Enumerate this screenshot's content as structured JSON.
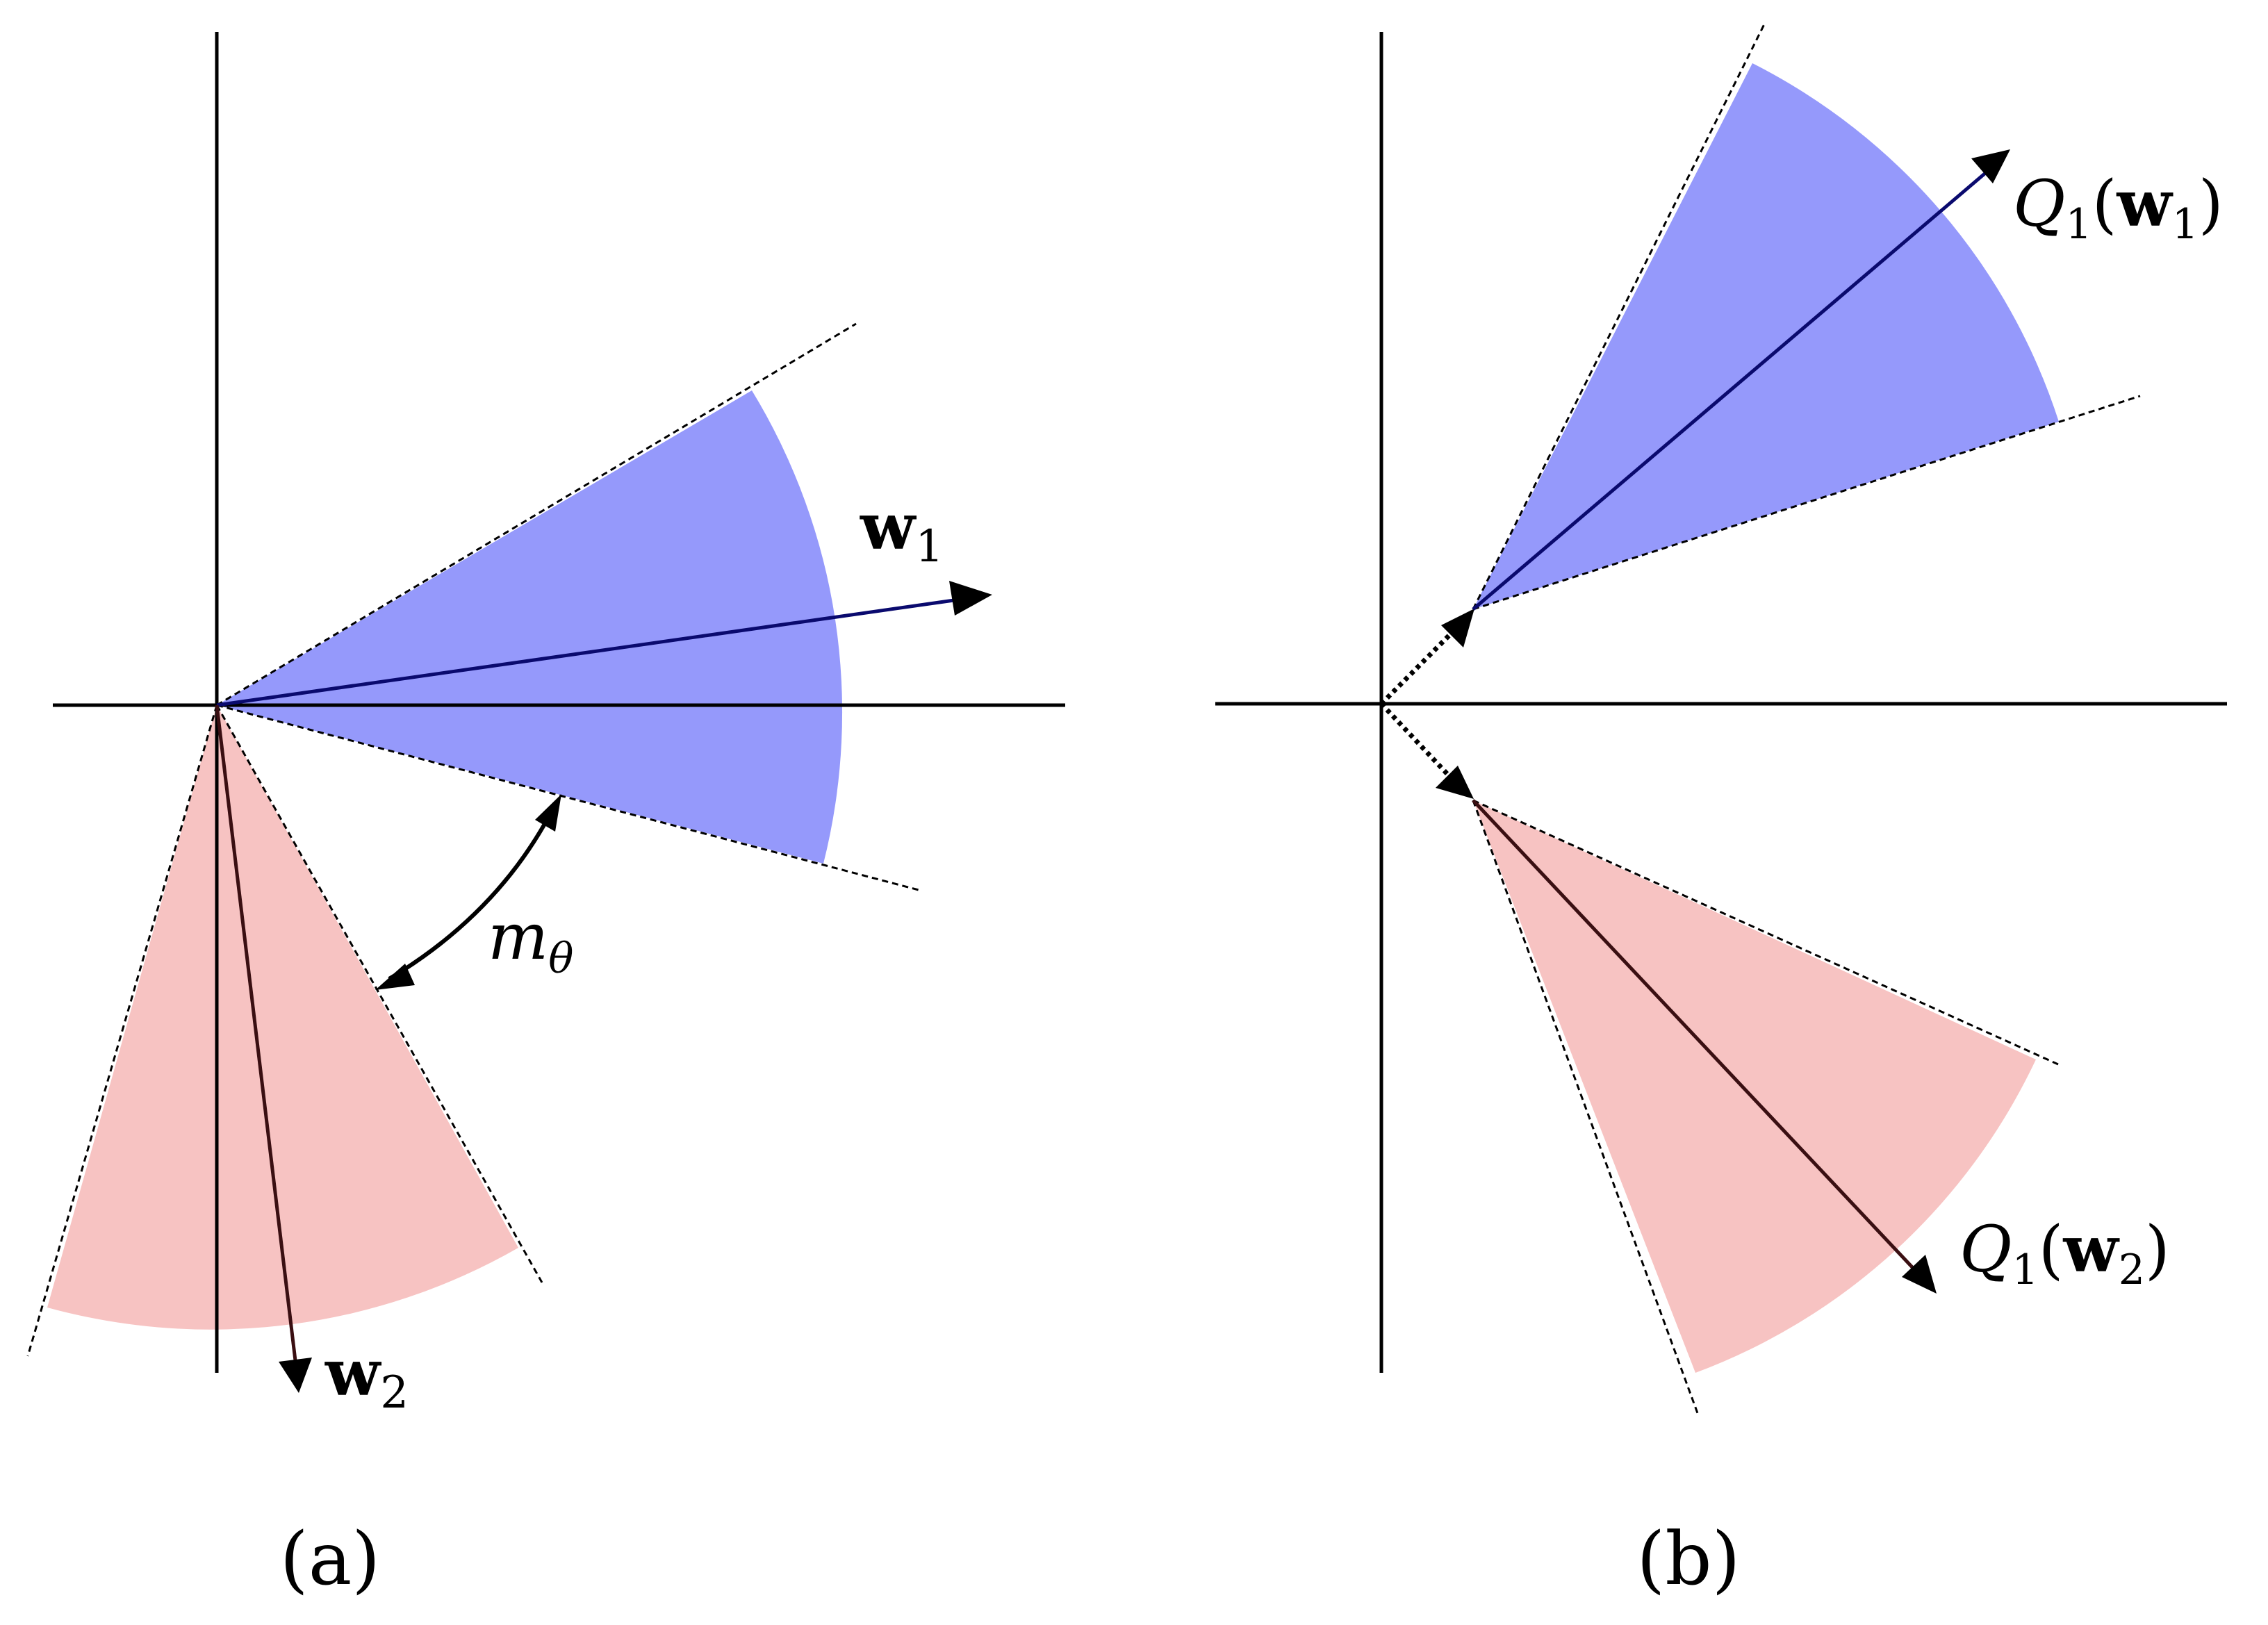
{
  "colors": {
    "class1_fill": "#9599fb",
    "class2_fill": "#f7c3c2",
    "class1_vector": "#0a0a6e",
    "class2_vector": "#3a0f12",
    "axis": "#000000"
  },
  "panel_a": {
    "caption": "(a)",
    "w1_label": {
      "vec": "w",
      "sub": "1"
    },
    "w2_label": {
      "vec": "w",
      "sub": "2"
    },
    "margin_label": {
      "sym": "m",
      "sub": "θ"
    }
  },
  "panel_b": {
    "caption": "(b)",
    "q1w1_label": {
      "func": "Q",
      "func_sub": "1",
      "open": "(",
      "vec": "w",
      "vec_sub": "1",
      "close": ")"
    },
    "q1w2_label": {
      "func": "Q",
      "func_sub": "1",
      "open": "(",
      "vec": "w",
      "vec_sub": "2",
      "close": ")"
    }
  }
}
